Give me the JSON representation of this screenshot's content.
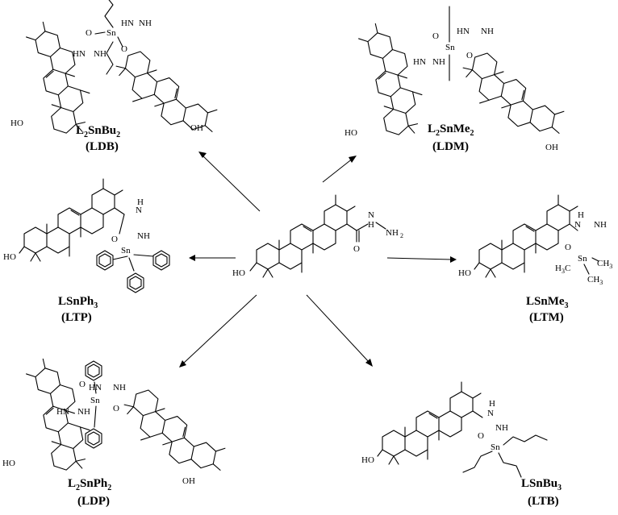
{
  "compounds": [
    {
      "id": "LDB",
      "formula_parts": [
        "L",
        "2",
        "SnBu",
        "2"
      ],
      "code": "(LDB)"
    },
    {
      "id": "LDM",
      "formula_parts": [
        "L",
        "2",
        "SnMe",
        "2"
      ],
      "code": "(LDM)"
    },
    {
      "id": "LTP",
      "formula_parts": [
        "LSnPh",
        "3"
      ],
      "code": "(LTP)"
    },
    {
      "id": "LTM",
      "formula_parts": [
        "LSnMe",
        "3"
      ],
      "code": "(LTM)"
    },
    {
      "id": "LDP",
      "formula_parts": [
        "L",
        "2",
        "SnPh",
        "2"
      ],
      "code": "(LDP)"
    },
    {
      "id": "LTB",
      "formula_parts": [
        "LSnBu",
        "3"
      ],
      "code": "(LTB)"
    }
  ],
  "atoms": {
    "ho": "HO",
    "oh": "OH",
    "o": "O",
    "sn": "Sn",
    "hn": "HN",
    "nh": "NH",
    "n": "N",
    "h": "H",
    "nh2": "NH",
    "sub2": "2",
    "h3c": "H",
    "c3": "C",
    "ch3": "CH",
    "sub3": "3"
  }
}
